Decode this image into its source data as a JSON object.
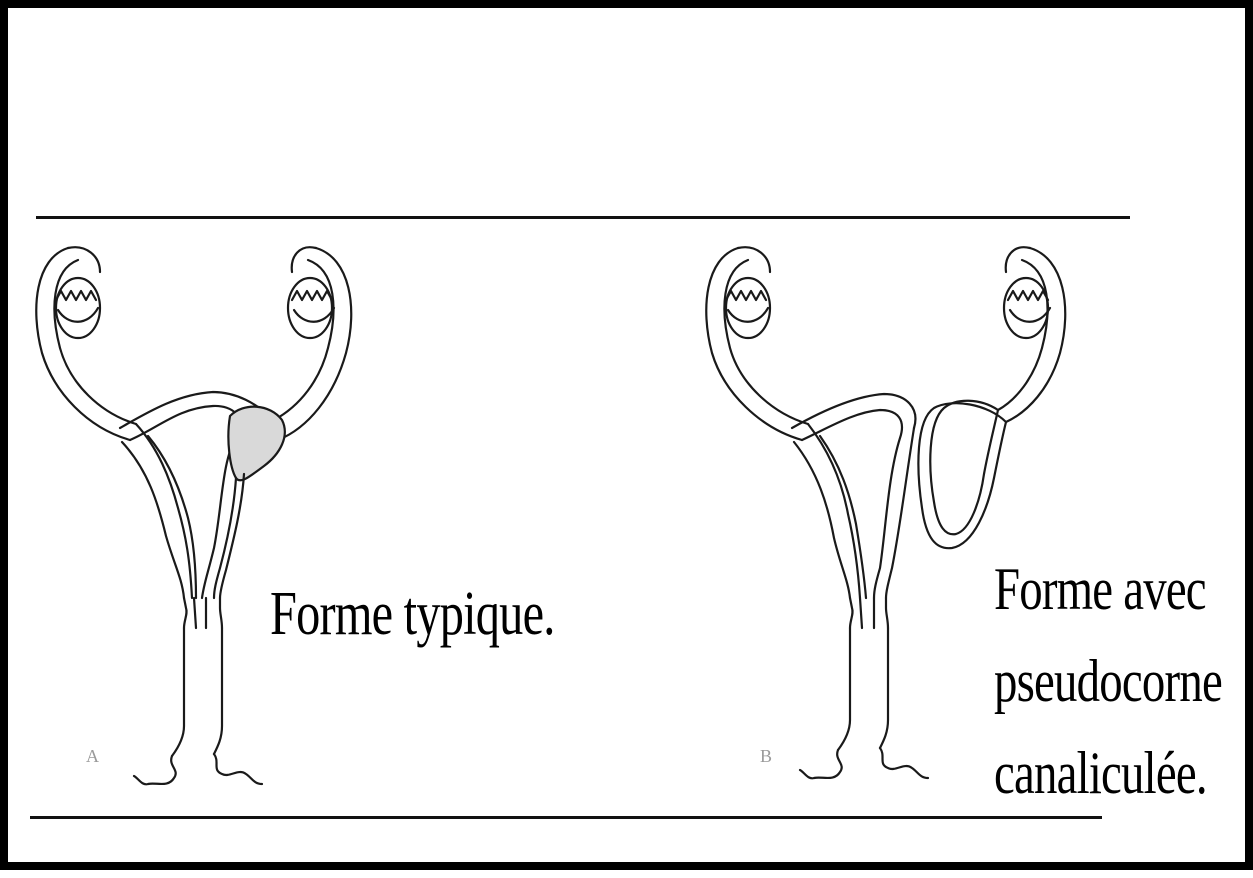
{
  "captions": {
    "typical": "Forme typique.",
    "pseudohorn_line1": "Forme avec",
    "pseudohorn_line2": "pseudocorne",
    "pseudohorn_line3": "canaliculée."
  },
  "panel_labels": {
    "left": "A",
    "right": "B"
  },
  "colors": {
    "outline": "#1a1a1a",
    "hemi_uterus_fill": "#d9d9d9",
    "background": "#ffffff"
  }
}
